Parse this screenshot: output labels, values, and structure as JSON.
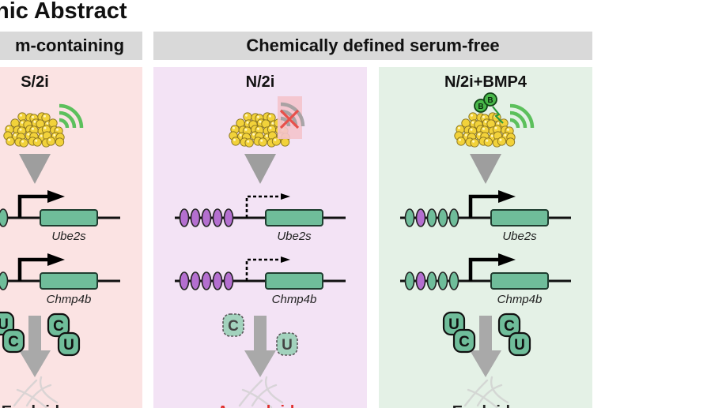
{
  "title": "hic Abstract",
  "headers": {
    "serum": "m-containing",
    "serum_free": "Chemically defined serum-free"
  },
  "panels": [
    {
      "label": "S/2i",
      "signal": "on",
      "bmp": false,
      "bg": "#fbe3e3",
      "transcription": "active",
      "genes": [
        "Ube2s",
        "Chmp4b"
      ],
      "proteins": "normal",
      "outcome": "Euploidy",
      "outcome_color": "#222222"
    },
    {
      "label": "N/2i",
      "signal": "blocked",
      "bmp": false,
      "bg": "#f3e3f5",
      "transcription": "reduced",
      "genes": [
        "Ube2s",
        "Chmp4b"
      ],
      "proteins": "reduced",
      "outcome": "Aneuploidy",
      "outcome_color": "#e0302e"
    },
    {
      "label": "N/2i+BMP4",
      "signal": "on",
      "bmp": true,
      "bmp_letter": "B",
      "bg": "#e4f1e6",
      "transcription": "active",
      "genes": [
        "Ube2s",
        "Chmp4b"
      ],
      "proteins": "normal",
      "outcome": "Euploidy",
      "outcome_color": "#222222"
    }
  ],
  "protein_letters": [
    "U",
    "C"
  ],
  "colors": {
    "gene": "#6fbd9a",
    "nucleosome_purple": "#b46fd0",
    "nucleosome_green": "#6fbd9a",
    "signal_green": "#5cc05c",
    "block_x": "#e8504a",
    "colony": "#f2d23a"
  }
}
